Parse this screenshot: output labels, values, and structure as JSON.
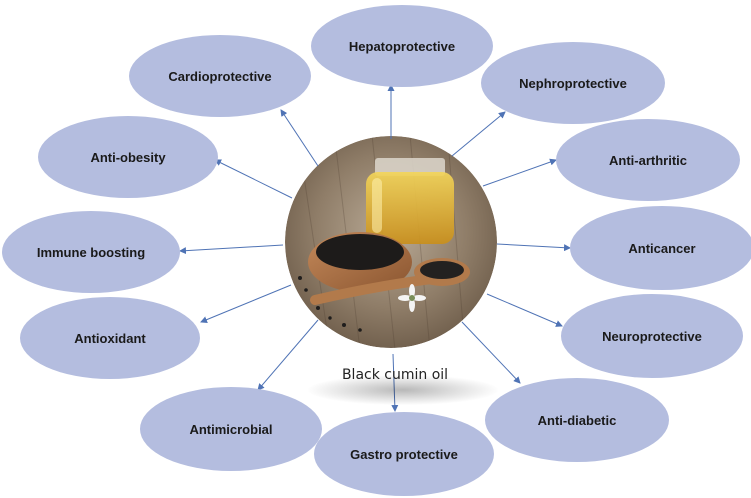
{
  "center": {
    "label": "Black cumin oil",
    "image_icon": "black-cumin-oil-photo-icon"
  },
  "nodes": [
    {
      "id": "hepatoprotective",
      "label": "Hepatoprotective"
    },
    {
      "id": "nephroprotective",
      "label": "Nephroprotective"
    },
    {
      "id": "anti-arthritic",
      "label": "Anti-arthritic"
    },
    {
      "id": "anticancer",
      "label": "Anticancer"
    },
    {
      "id": "neuroprotective",
      "label": "Neuroprotective"
    },
    {
      "id": "anti-diabetic",
      "label": "Anti-diabetic"
    },
    {
      "id": "gastro-protective",
      "label": "Gastro protective"
    },
    {
      "id": "antimicrobial",
      "label": "Antimicrobial"
    },
    {
      "id": "antioxidant",
      "label": "Antioxidant"
    },
    {
      "id": "immune-boosting",
      "label": "Immune boosting"
    },
    {
      "id": "anti-obesity",
      "label": "Anti-obesity"
    },
    {
      "id": "cardioprotective",
      "label": "Cardioprotective"
    }
  ],
  "colors": {
    "ellipse_fill": "#b4bddf",
    "arrow": "#4f73b5",
    "text": "#1a1a1a"
  }
}
